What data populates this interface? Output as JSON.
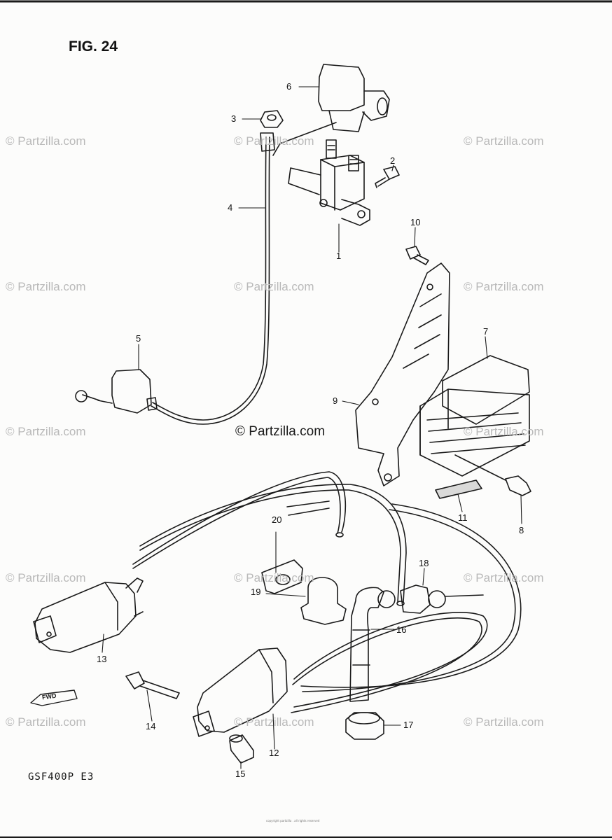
{
  "figure": {
    "title": "FIG. 24",
    "model_code": "GSF400P  E3",
    "watermark_center": "© Partzilla.com",
    "watermark_repeat": "© Partzilla.com",
    "fwd_label": "FWD",
    "footer_note": "copyright partzilla . all rights reserved"
  },
  "callouts": [
    "1",
    "2",
    "3",
    "4",
    "5",
    "6",
    "7",
    "8",
    "9",
    "10",
    "11",
    "12",
    "13",
    "14",
    "15",
    "16",
    "17",
    "18",
    "19",
    "20"
  ],
  "colors": {
    "line": "#1a1a1a",
    "paper": "#fcfcfb",
    "watermark": "#b9b9b9"
  }
}
